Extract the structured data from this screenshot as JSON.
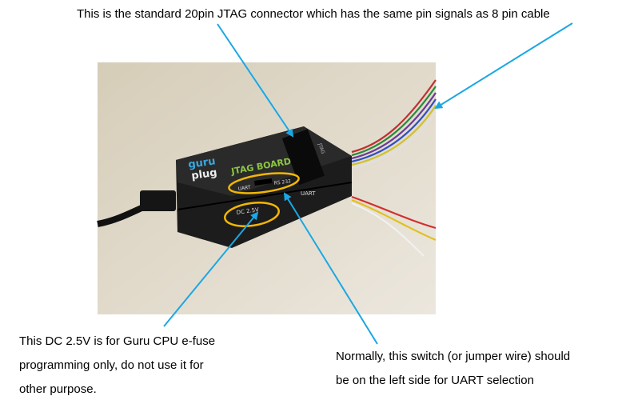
{
  "annotations": {
    "top": "This is the standard 20pin JTAG connector which has the same pin signals as 8 pin cable",
    "bottom_left": [
      "This DC 2.5V is for Guru CPU e-fuse",
      "programming only, do not use it for",
      "other purpose."
    ],
    "bottom_right": [
      "Normally, this switch (or jumper wire) should",
      "be on the left side for UART selection"
    ]
  },
  "photo_labels": {
    "logo_top": "guru",
    "logo_bottom": "plug",
    "board_name": "JTAG BOARD",
    "switch_left": "UART",
    "switch_right": "RS 232",
    "power": "DC 2.5V",
    "connector": "JTAG",
    "side_port": "UART"
  },
  "colors": {
    "arrow": "#1ba7e3",
    "highlight": "#f2b705",
    "device": "#1c1c1c",
    "backdrop": "#d9d1c0"
  }
}
